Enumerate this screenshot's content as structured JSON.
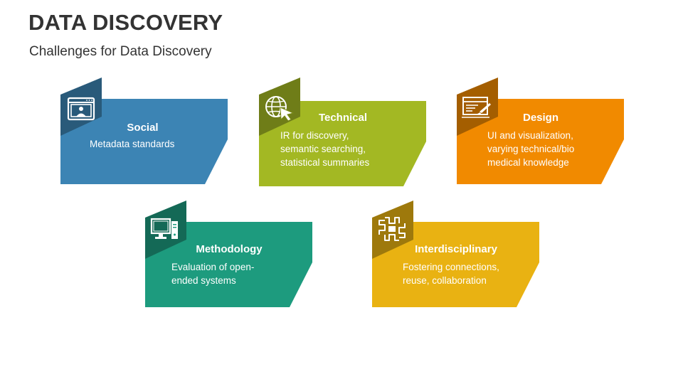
{
  "header": {
    "title": "DATA DISCOVERY",
    "subtitle": "Challenges for Data Discovery"
  },
  "colors": {
    "social": "#3c84b4",
    "technical": "#a3b823",
    "design": "#f18a00",
    "methodology": "#1d9b7e",
    "interdisciplinary": "#e9b212"
  },
  "cards": {
    "social": {
      "title": "Social",
      "lines": [
        "Metadata standards"
      ],
      "icon": "webinar-icon"
    },
    "technical": {
      "title": "Technical",
      "lines": [
        "IR for discovery,",
        "semantic searching,",
        "statistical summaries"
      ],
      "icon": "globe-cursor-icon"
    },
    "design": {
      "title": "Design",
      "lines": [
        "UI and visualization,",
        "varying  technical/bio",
        "medical knowledge"
      ],
      "icon": "browser-brush-icon"
    },
    "methodology": {
      "title": "Methodology",
      "lines": [
        "Evaluation of open-",
        "ended systems"
      ],
      "icon": "desktop-computer-icon"
    },
    "interdisciplinary": {
      "title": "Interdisciplinary",
      "lines": [
        "Fostering connections,",
        "reuse, collaboration"
      ],
      "icon": "joined-hands-icon"
    }
  }
}
